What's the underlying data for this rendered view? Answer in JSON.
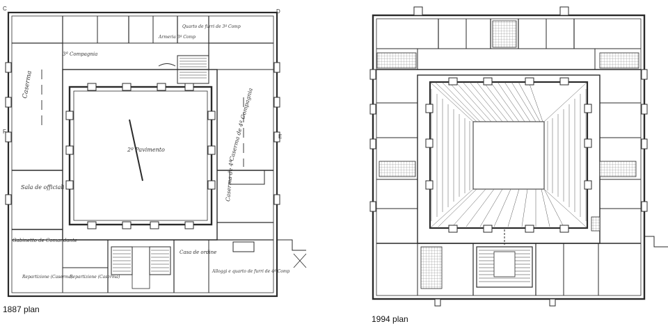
{
  "plan_1887": {
    "caption": "1887 plan",
    "corner_marks": {
      "top_left": "C",
      "top_right": "D",
      "left": "F",
      "right": "E"
    },
    "labels": {
      "caserma_left": "Caserma",
      "third_company": "3ª Compagnia",
      "court": "2º Pavimento",
      "quarto": "Quarto de furri de 3ª Comp",
      "armeria": "Armeria 3ª Comp",
      "caserma_right": "Caserma de 4ª Compagnia",
      "caserma_lower_right": "Caserma de 4ª",
      "sala_officiali": "Sala de officiali",
      "gabinetto": "Gabinetto de Comandante",
      "repartizione": "Repartizione (Caserma)",
      "repartizione2": "Repartizione (Caserma)",
      "corpo_guardia": "Casa de ordine",
      "alloggio": "Alloggi e quarto de furri de 4ª Comp"
    }
  },
  "plan_1994": {
    "caption": "1994 plan"
  },
  "colors": {
    "ink": "#2a2a2a",
    "paper": "#ffffff",
    "hatch": "#555555"
  }
}
